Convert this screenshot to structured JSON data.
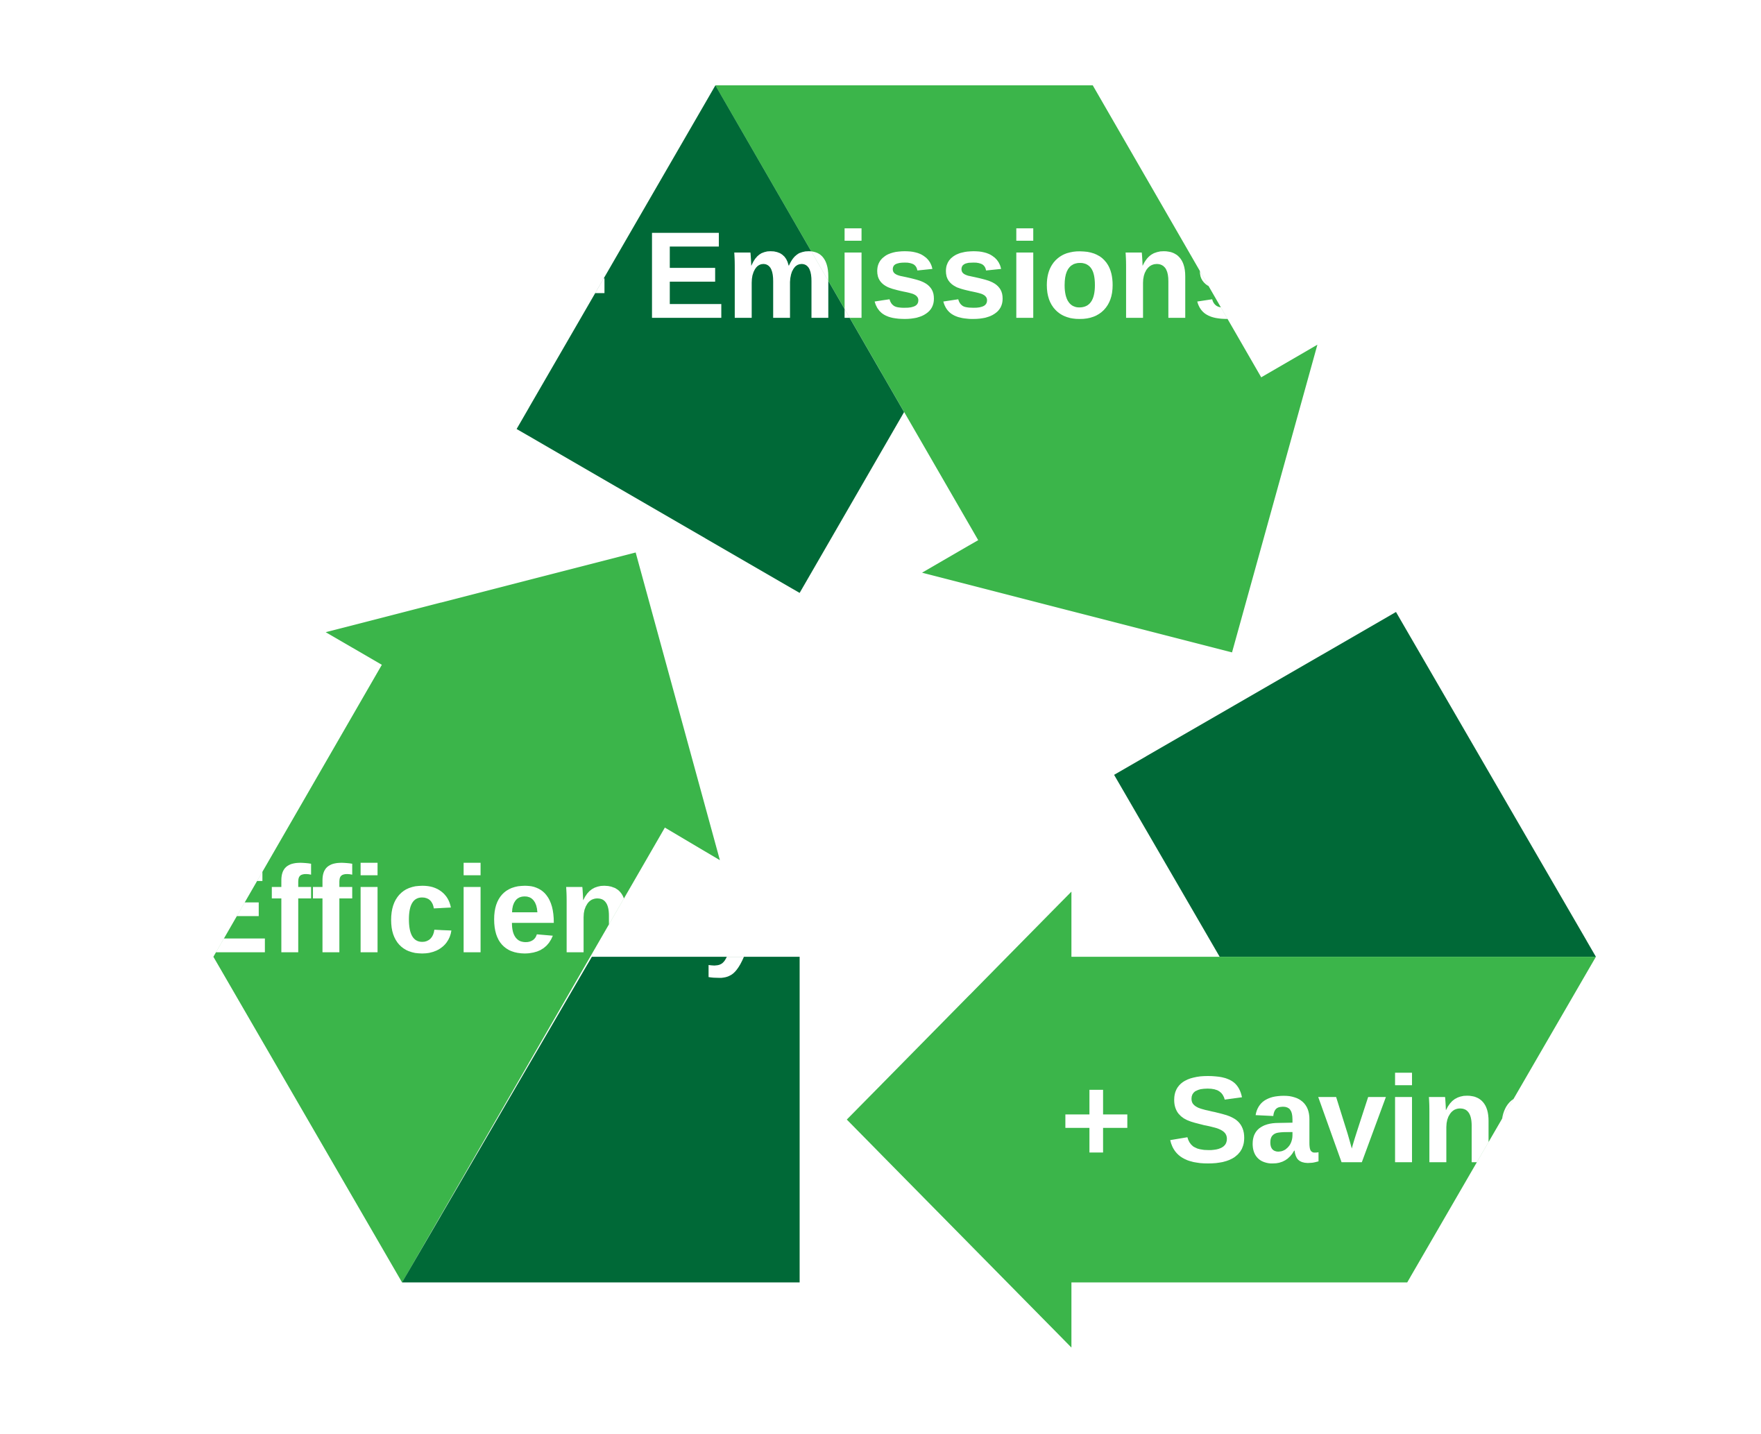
{
  "colors": {
    "light_green": "#3bb54a",
    "dark_green": "#006937",
    "text": "#ffffff",
    "background": "#ffffff"
  },
  "labels": {
    "emissions": "- Emissions",
    "efficiency": "+ Efficiency",
    "savings": "+ Savings"
  }
}
